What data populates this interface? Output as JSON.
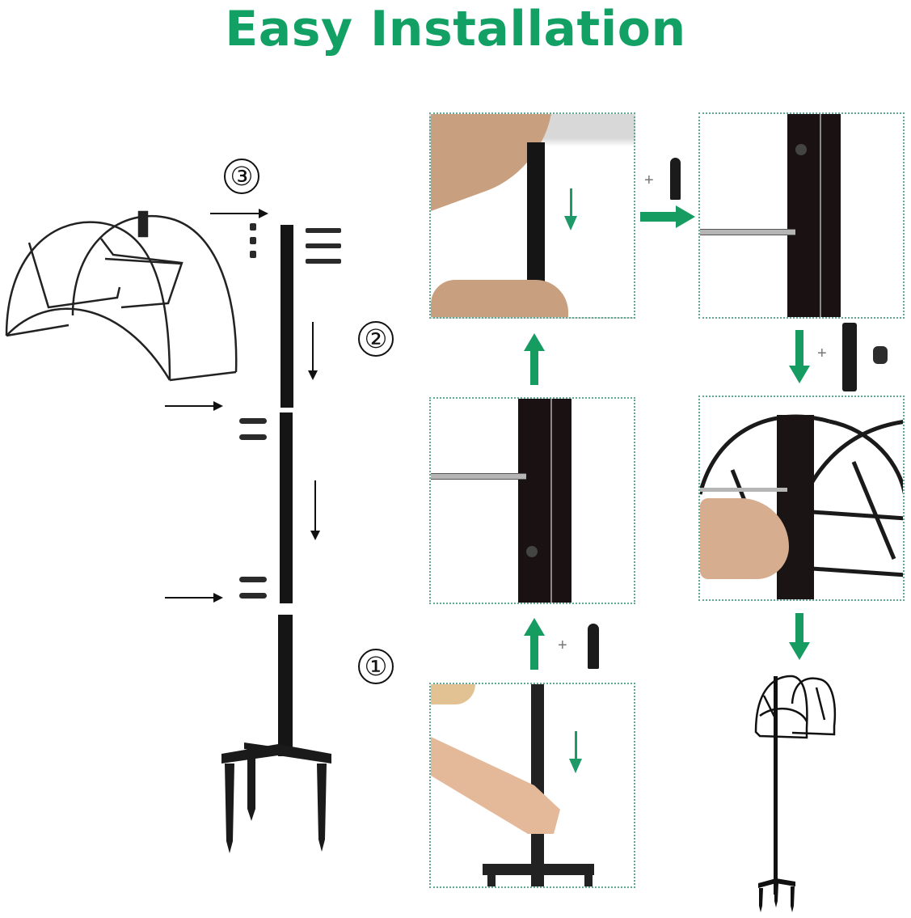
{
  "title": "Easy Installation",
  "colors": {
    "accent_green": "#12a064",
    "panel_border": "#5fa894",
    "metal_black": "#151515"
  },
  "diagram": {
    "step_labels": [
      "①",
      "②",
      "③"
    ],
    "steps": [
      {
        "number": "1",
        "description": "Base stake with three spikes and vertical tube"
      },
      {
        "number": "2",
        "description": "Two pole sections joined with screws"
      },
      {
        "number": "3",
        "description": "Hose hanger attached to top of pole with bolts and nuts"
      }
    ]
  },
  "photo_panels": [
    {
      "id": "panel-insert-pole-base",
      "description": "Hand inserting pole into tripod base",
      "arrow": "down"
    },
    {
      "id": "panel-screw-lower-joint",
      "description": "Screwdriver tightening screw at lower pole joint"
    },
    {
      "id": "panel-join-pole-sections",
      "description": "Hands joining two pole sections",
      "arrow": "down"
    },
    {
      "id": "panel-screw-upper-joint",
      "description": "Screwdriver tightening screw at upper pole joint"
    },
    {
      "id": "panel-attach-hanger",
      "description": "Attaching hose hanger frame to pole with screwdriver"
    }
  ],
  "connectors": {
    "plus_symbol": "+",
    "hardware": [
      "screw",
      "screw",
      "bolt",
      "nut"
    ]
  },
  "final_product": {
    "description": "Assembled hose hanger stand with tripod stake base"
  }
}
